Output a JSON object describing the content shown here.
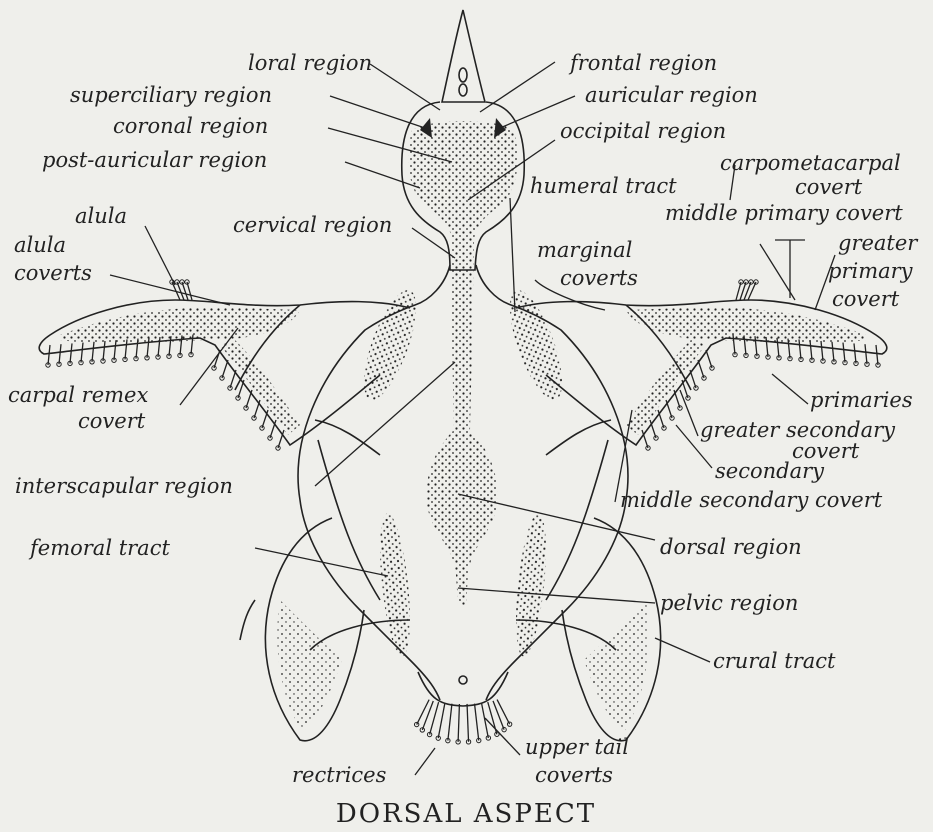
{
  "caption": "DORSAL ASPECT",
  "colors": {
    "background": "#efefeb",
    "ink": "#222222"
  },
  "labels": {
    "loral": "loral region",
    "frontal": "frontal region",
    "superciliary": "superciliary region",
    "auricular": "auricular region",
    "coronal": "coronal region",
    "occipital": "occipital region",
    "postauricular": "post-auricular region",
    "carpometacarpal_1": "carpometacarpal",
    "carpometacarpal_2": "covert",
    "humeral": "humeral tract",
    "cervical": "cervical region",
    "alula": "alula",
    "alula_coverts_1": "alula",
    "alula_coverts_2": "coverts",
    "middle_primary": "middle primary covert",
    "marginal_1": "marginal",
    "marginal_2": "coverts",
    "greater_primary_1": "greater",
    "greater_primary_2": "primary",
    "greater_primary_3": "covert",
    "carpal_remex_1": "carpal remex",
    "carpal_remex_2": "covert",
    "primaries": "primaries",
    "greater_secondary_1": "greater secondary",
    "greater_secondary_2": "covert",
    "secondary": "secondary",
    "interscapular": "interscapular region",
    "middle_secondary": "middle secondary covert",
    "femoral": "femoral tract",
    "dorsal": "dorsal region",
    "pelvic": "pelvic region",
    "crural": "crural tract",
    "upper_tail_1": "upper tail",
    "upper_tail_2": "coverts",
    "rectrices": "rectrices"
  }
}
